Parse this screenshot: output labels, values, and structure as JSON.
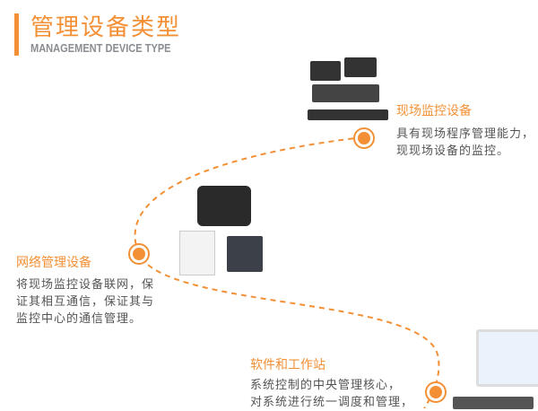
{
  "header": {
    "title": "管理设备类型",
    "subtitle": "MANAGEMENT DEVICE TYPE"
  },
  "items": [
    {
      "title": "现场监控设备",
      "desc": [
        "具有现场程序管理能力，",
        "现现场设备的监控。"
      ]
    },
    {
      "title": "网络管理设备",
      "desc": [
        "将现场监控设备联网，保",
        "证其相互通信，保证其与",
        "监控中心的通信管理。"
      ]
    },
    {
      "title": "软件和工作站",
      "desc": [
        "系统控制的中央管理核心，",
        "对系统进行统一调度和管理，"
      ]
    }
  ],
  "colors": {
    "accent": "#f39035"
  }
}
